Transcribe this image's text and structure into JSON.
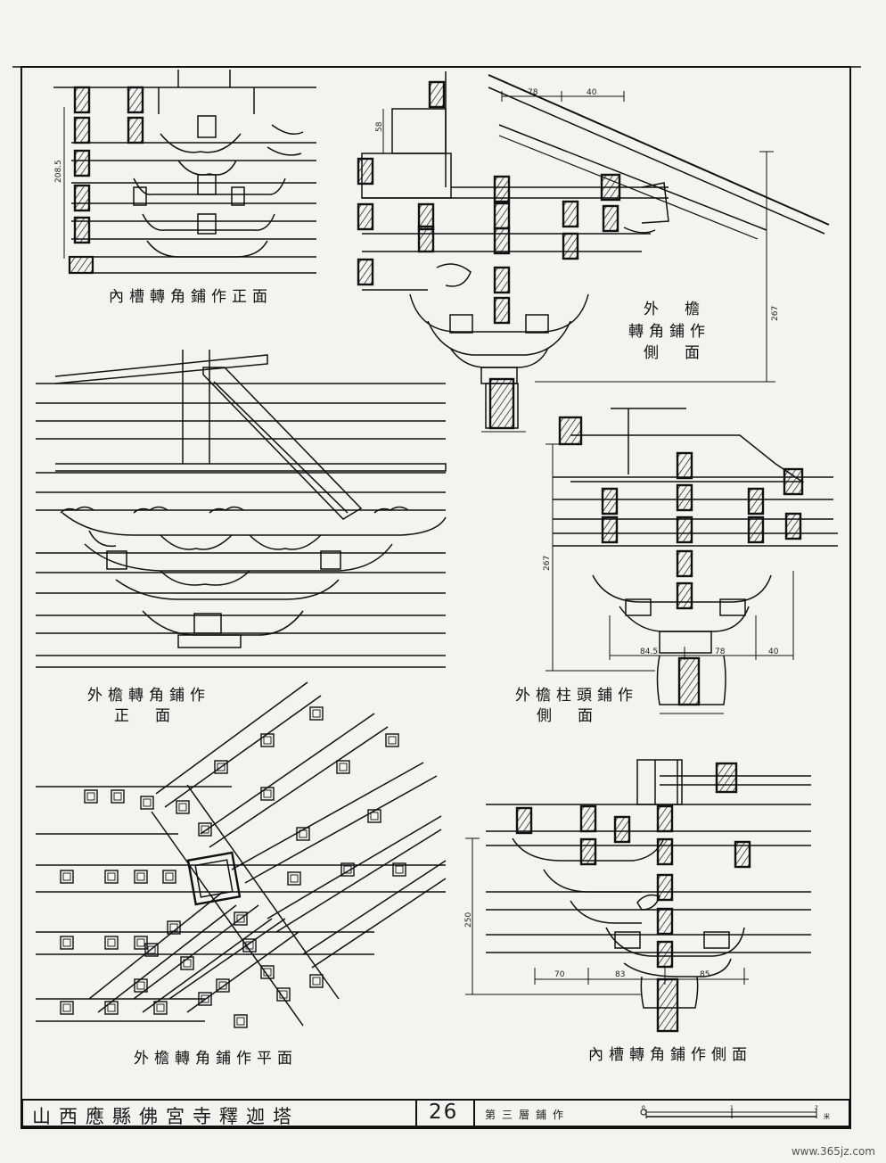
{
  "sheet": {
    "title": "山西應縣佛宮寺釋迦塔",
    "sheet_number": "26",
    "subtitle": "第三層鋪作",
    "scale_labels": [
      "0",
      "1",
      "2",
      "米"
    ]
  },
  "drawings": {
    "inner_corner_front": {
      "caption": "內槽轉角鋪作正面",
      "dimension": "208.5"
    },
    "outer_corner_side": {
      "caption_line1": "外　檐",
      "caption_line2": "轉角鋪作",
      "caption_line3": "側　面",
      "dims": [
        "78",
        "40",
        "58",
        "267"
      ]
    },
    "outer_corner_front": {
      "caption_line1": "外檐轉角鋪作",
      "caption_line2": "正　面"
    },
    "outer_column_side": {
      "caption_line1": "外檐柱頭鋪作",
      "caption_line2": "側　面",
      "dims": [
        "267",
        "84.5",
        "78",
        "40"
      ]
    },
    "outer_corner_plan": {
      "caption": "外檐轉角鋪作平面"
    },
    "inner_corner_side": {
      "caption": "內槽轉角鋪作側面",
      "dims": [
        "250",
        "70",
        "83",
        "85"
      ]
    }
  },
  "watermark": "www.365jz.com"
}
